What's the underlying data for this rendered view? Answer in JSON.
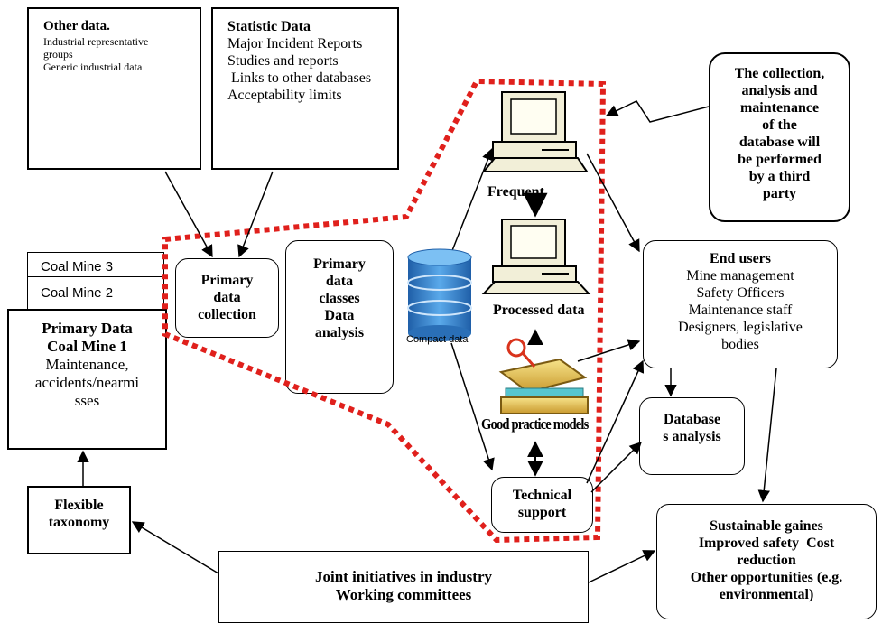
{
  "other_data": {
    "title": "Other data.",
    "lines": [
      " Industrial representative",
      "groups",
      "Generic industrial data"
    ]
  },
  "statistic_data": {
    "title": "Statistic Data",
    "lines": [
      "Major Incident Reports",
      "Studies and reports",
      " Links to other databases",
      "Acceptability limits"
    ]
  },
  "third_party_note": {
    "lines": [
      "The collection,",
      "analysis and",
      "maintenance",
      "of the",
      "database will",
      "be performed",
      "by a third",
      "party"
    ]
  },
  "coal_mine_3": "Coal Mine 3",
  "coal_mine_2": "Coal Mine 2",
  "coal_mine_1": {
    "title_lines": [
      "Primary Data",
      "Coal Mine 1"
    ],
    "lines": [
      "Maintenance,",
      "accidents/nearmi",
      "sses"
    ]
  },
  "primary_collection": {
    "lines": [
      "Primary",
      "data",
      "collection"
    ]
  },
  "primary_classes": {
    "lines": [
      "Primary",
      "data",
      "classes",
      "Data",
      "analysis"
    ]
  },
  "compact_data_label": "Compact data",
  "frequent_label": "Frequent",
  "processed_label": "Processed data",
  "good_practice_label": "Good practice models",
  "technical_support": {
    "lines": [
      "Technical",
      "support"
    ]
  },
  "end_users": {
    "title": "End users",
    "lines": [
      "Mine management",
      "Safety Officers",
      "Maintenance staff",
      "Designers, legislative",
      "bodies"
    ]
  },
  "database_analysis": {
    "lines": [
      "Database",
      "s analysis"
    ]
  },
  "flexible_taxonomy": {
    "lines": [
      "Flexible",
      "taxonomy"
    ]
  },
  "joint_initiatives": {
    "lines": [
      "Joint initiatives in industry",
      "Working committees"
    ]
  },
  "sustainable": {
    "lines": [
      "Sustainable gaines",
      "Improved safety  Cost",
      "reduction",
      "Other opportunities (e.g.",
      "environmental)"
    ]
  },
  "colors": {
    "dotted_border": "#e0201c",
    "db_blue": "#2f7fc8",
    "computer_tan": "#f2efd8"
  }
}
